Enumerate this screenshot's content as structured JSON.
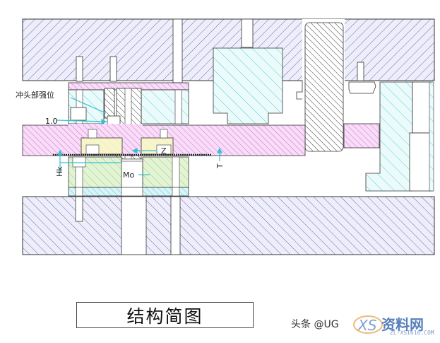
{
  "diagram": {
    "title": "结构简图",
    "labels": {
      "punch_strengthening": "冲头部强位",
      "dim_1_0": "1.0",
      "hk": "Hk",
      "mo": "Mo",
      "z": "Z",
      "t": "T"
    },
    "colors": {
      "plate_hatch": "#6b6bb5",
      "plate_fill": "#e6e6f6",
      "stripper_backing": "#e08ae0",
      "stripper_backing_fill": "#f6d6f6",
      "cyan_parts": "#5fd0d0",
      "cyan_fill": "#e2f7f7",
      "yellow_insert": "#f3f0c0",
      "green_insert": "#c8e8b0",
      "arrow_color": "#35c2d0",
      "outline": "#333333"
    }
  },
  "watermark": {
    "source": "头条 @UG",
    "brand": "资料网",
    "domain": "ZL-XSI616.COM"
  }
}
